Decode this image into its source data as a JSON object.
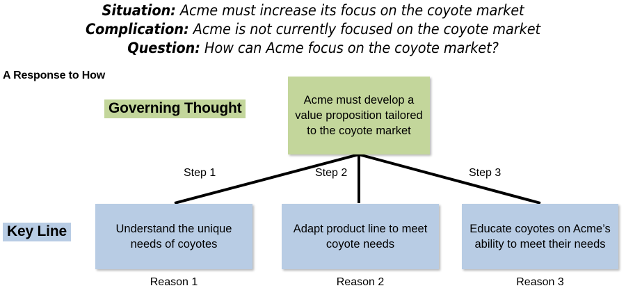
{
  "header": {
    "lines": [
      {
        "label": "Situation:",
        "text": "Acme must increase its focus on the coyote market"
      },
      {
        "label": "Complication:",
        "text": "Acme is not currently focused on the coyote market"
      },
      {
        "label": "Question:",
        "text": "How can Acme focus on the coyote market?"
      }
    ]
  },
  "annotations": {
    "response_to_how": "A Response to How",
    "governing_thought": "Governing Thought",
    "key_line": "Key Line"
  },
  "governing_box": {
    "text": "Acme must develop a value proposition tailored to the coyote market"
  },
  "steps": [
    {
      "label": "Step 1"
    },
    {
      "label": "Step 2"
    },
    {
      "label": "Step 3"
    }
  ],
  "key_line_boxes": [
    {
      "text": "Understand the unique needs of coyotes",
      "reason": "Reason 1"
    },
    {
      "text": "Adapt product line to meet coyote needs",
      "reason": "Reason 2"
    },
    {
      "text": "Educate coyotes on Acme’s ability to meet their needs",
      "reason": "Reason 3"
    }
  ],
  "colors": {
    "governing_fill": "#c3d69b",
    "key_line_fill": "#b8cce4",
    "connector": "#000000",
    "background": "#ffffff",
    "text": "#000000"
  }
}
